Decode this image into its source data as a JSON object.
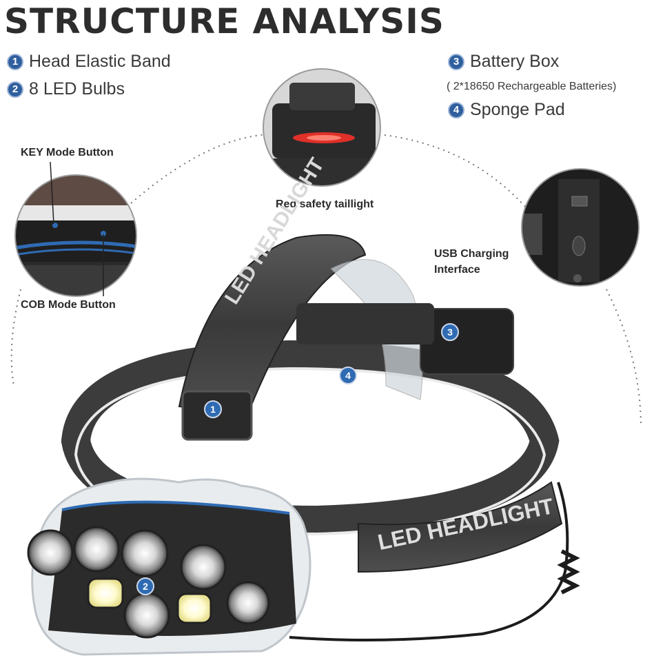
{
  "title": "STRUCTURE ANALYSIS",
  "legend": {
    "items": [
      {
        "num": "1",
        "label": "Head Elastic Band"
      },
      {
        "num": "2",
        "label": "8 LED Bulbs"
      },
      {
        "num": "3",
        "label": "Battery Box"
      },
      {
        "num": "4",
        "label": "Sponge Pad"
      }
    ],
    "battery_note": "( 2*18650 Rechargeable Batteries)"
  },
  "callouts": {
    "key_mode": "KEY Mode Button",
    "cob_mode": "COB Mode Button",
    "red_taillight": "Red safety taillight",
    "usb_line1": "USB Charging",
    "usb_line2": "Interface"
  },
  "markers": [
    "1",
    "2",
    "3",
    "4"
  ],
  "strap_text": "LED HEADLIGHT",
  "colors": {
    "accent_blue": "#2f6bb3",
    "title_dark": "#2d2d2d",
    "taillight_red": "#e0302a"
  }
}
